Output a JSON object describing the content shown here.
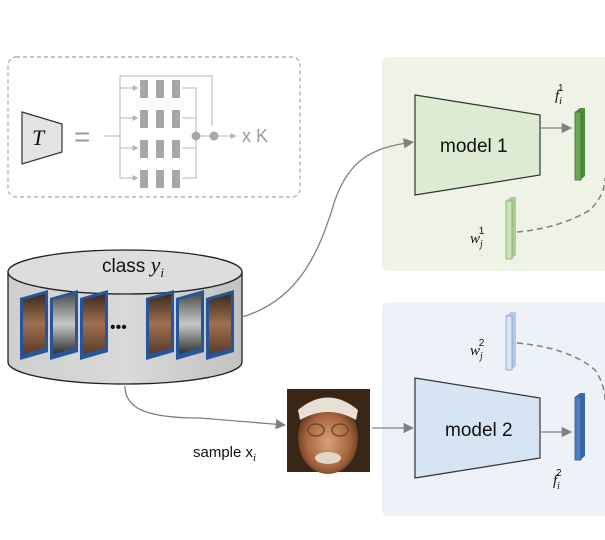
{
  "transform_box": {
    "symbol": "T",
    "equals": "=",
    "repeat_label": "x K"
  },
  "dataset": {
    "class_prefix": "class ",
    "class_var": "y",
    "class_sub": "i",
    "ellipsis": "•••"
  },
  "sample": {
    "prefix": "sample x",
    "sub": "i"
  },
  "model1": {
    "label": "model 1",
    "feature_var": "f",
    "feature_sub": "i",
    "feature_sup": "1",
    "weight_var": "w",
    "weight_sub": "j",
    "weight_sup": "1"
  },
  "model2": {
    "label": "model 2",
    "feature_var": "f",
    "feature_sub": "i",
    "feature_sup": "2",
    "weight_var": "w",
    "weight_sub": "j",
    "weight_sup": "2"
  },
  "colors": {
    "model1_panel": "#eef3e6",
    "model1_fill": "#dcebd2",
    "model1_feature": "#6aa84f",
    "model1_weight": "#c8e3b8",
    "model2_panel": "#eef1f7",
    "model2_fill": "#d7e4f3",
    "model2_feature": "#4a7fc1",
    "model2_weight": "#dbe6f5",
    "arrow": "#808080"
  }
}
